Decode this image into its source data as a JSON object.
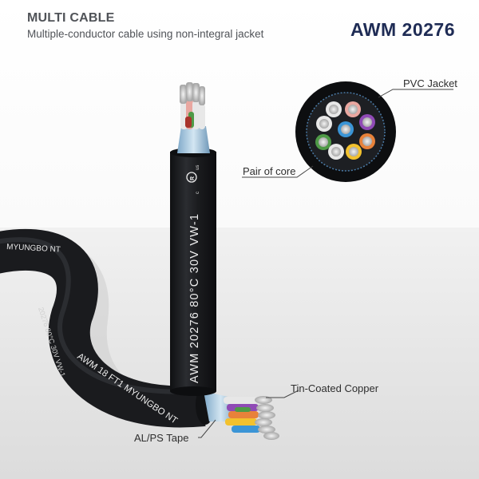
{
  "header": {
    "title": "MULTI CABLE",
    "subtitle": "Multiple-conductor cable using non-integral jacket",
    "code": "AWM 20276"
  },
  "callouts": {
    "pvc_jacket": "PVC Jacket",
    "pair_of_core": "Pair of core",
    "tin_coated_copper": "Tin-Coated Copper",
    "al_ps_tape": "AL/PS Tape"
  },
  "cable_print": {
    "vertical": "AWM 20276 80°C 30V VW-1",
    "curved": "AWM 18 FT1 MYUNGBO NT",
    "curved_far": "20276 80°C 30V VW-1",
    "left_edge": "MYUNGBO NT",
    "ul_mark_c": "c",
    "ul_mark_us": "us"
  },
  "colors": {
    "jacket": "#202124",
    "header_title": "#505358",
    "header_code": "#1f2c55",
    "core_colors": [
      "#e8e8e8",
      "#e9a7a0",
      "#e8e8e8",
      "#e7e7e7",
      "#3b95d6",
      "#8f4ab5",
      "#4f9a47",
      "#e8e8e8",
      "#f2c12e",
      "#e8823a"
    ]
  },
  "icons": {
    "ul_mark": "ul-recognized-mark-icon"
  }
}
